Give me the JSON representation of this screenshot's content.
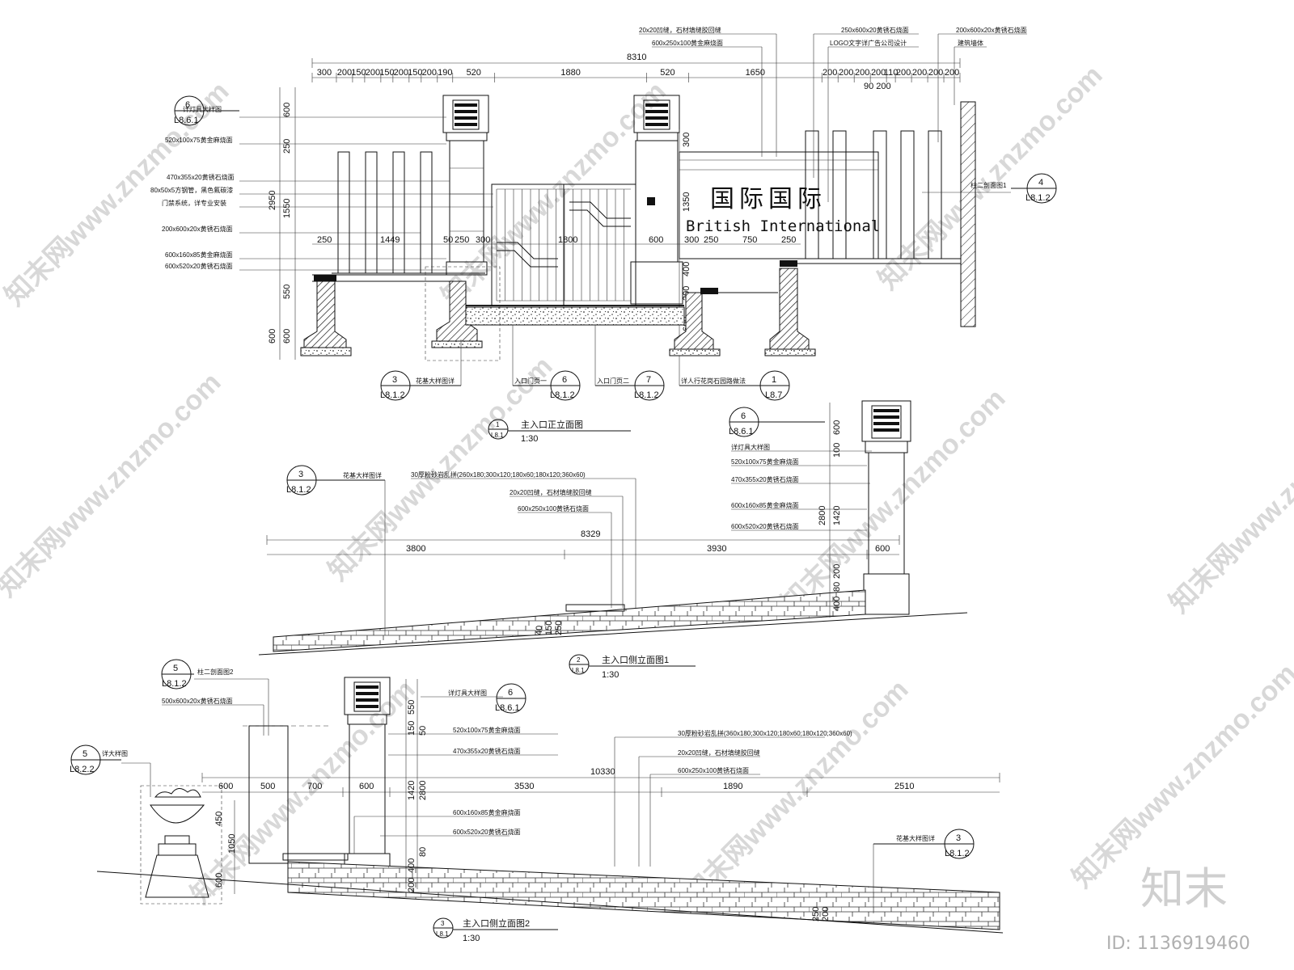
{
  "brand": {
    "logo_text": "知末",
    "id_text": "ID: 1136919460",
    "watermark": "知末网www.znzmo.com"
  },
  "sign": {
    "cn": "国际国际",
    "en": "British International"
  },
  "view1": {
    "caption": "主入口正立面图",
    "scale": "1:30",
    "sheet": "L8.1",
    "num": "1",
    "top_dims": [
      "300",
      "200",
      "150",
      "200",
      "150",
      "200",
      "150",
      "200",
      "190",
      "520",
      "1880",
      "520",
      "1650",
      "200",
      "200",
      "200",
      "200",
      "110",
      "200",
      "200",
      "200",
      "200"
    ],
    "overall": "8310",
    "sub_dim": "90 200",
    "left_dims": [
      "600",
      "250",
      "2950",
      "1550",
      "550",
      "600",
      "600"
    ],
    "mid_dims": [
      "250",
      "1449",
      "50",
      "250",
      "300",
      "1800",
      "600",
      "300",
      "250",
      "750",
      "250"
    ],
    "right_dims": [
      "300",
      "1350",
      "400",
      "200",
      "600"
    ],
    "notes_left": [
      "详灯具大样图",
      "520x100x75黄金麻烧面",
      "470x355x20黄锈石烧面",
      "80x50x5方钢管，黑色氟碳漆",
      "门禁系统，详专业安装",
      "200x600x20x黄锈石烧面",
      "600x160x85黄金麻烧面",
      "600x520x20黄锈石烧面"
    ],
    "notes_top": [
      "20x20凹缝，石材填缝胶回缝",
      "600x250x100黄金麻烧面",
      "250x600x20黄锈石烧面",
      "LOGO文字详广告公司设计",
      "200x600x20x黄锈石烧面",
      "建筑墙体"
    ],
    "notes_right": "柱二剖面图1",
    "refs": [
      {
        "num": "6",
        "sheet": "L8.6.1"
      },
      {
        "num": "4",
        "sheet": "L8.1.2"
      },
      {
        "num": "3",
        "sheet": "L8.1.2"
      },
      {
        "num": "6",
        "sheet": "L8.1.2"
      },
      {
        "num": "7",
        "sheet": "L8.1.2"
      },
      {
        "num": "1",
        "sheet": "L8.7"
      }
    ],
    "bottom_notes": [
      "花基大样图详",
      "入口门页一",
      "入口门页二",
      "详人行花岗石园路做法"
    ]
  },
  "view2": {
    "caption": "主入口侧立面图1",
    "scale": "1:30",
    "sheet": "L8.1",
    "num": "2",
    "overall": "8329",
    "dims": [
      "3800",
      "3930",
      "600"
    ],
    "vert_dims": [
      "600",
      "100",
      "2800",
      "1420",
      "200",
      "80",
      "400",
      "40",
      "150",
      "250"
    ],
    "notes": [
      "30厚粉砂岩乱拼(260x180;300x120;180x60;180x120;360x60)",
      "20x20凹缝，石材填缝胶回缝",
      "600x250x100黄锈石烧面"
    ],
    "notes_right": [
      "详灯具大样图",
      "520x100x75黄金麻烧面",
      "470x355x20黄锈石烧面",
      "600x160x85黄金麻烧面",
      "600x520x20黄锈石烧面"
    ],
    "refs": [
      {
        "num": "3",
        "sheet": "L8.1.2",
        "note": "花基大样图详"
      },
      {
        "num": "6",
        "sheet": "L8.6.1"
      }
    ]
  },
  "view3": {
    "caption": "主入口侧立面图2",
    "scale": "1:30",
    "sheet": "L8.1",
    "num": "3",
    "overall": "10330",
    "dims": [
      "600",
      "500",
      "700",
      "600",
      "3530",
      "1890",
      "2510"
    ],
    "vert_dims": [
      "550",
      "150",
      "50",
      "1420",
      "2800",
      "450",
      "1050",
      "600",
      "400",
      "200",
      "80",
      "250",
      "200"
    ],
    "notes_left": [
      "柱二剖面图2",
      "500x600x20x黄锈石烧面",
      "详大样图"
    ],
    "notes_mid": [
      "520x100x75黄金麻烧面",
      "470x355x20黄锈石烧面",
      "600x160x85黄金麻烧面",
      "600x520x20黄锈石烧面",
      "详灯具大样图"
    ],
    "notes_right": [
      "30厚粉砂岩乱拼(360x180;300x120;180x60;180x120;360x60)",
      "20x20凹缝，石材填缝胶回缝",
      "600x250x100黄锈石烧面",
      "花基大样图详"
    ],
    "refs": [
      {
        "num": "5",
        "sheet": "L8.1.2"
      },
      {
        "num": "5",
        "sheet": "L8.2.2"
      },
      {
        "num": "6",
        "sheet": "L8.6.1"
      },
      {
        "num": "3",
        "sheet": "L8.1.2"
      }
    ]
  }
}
